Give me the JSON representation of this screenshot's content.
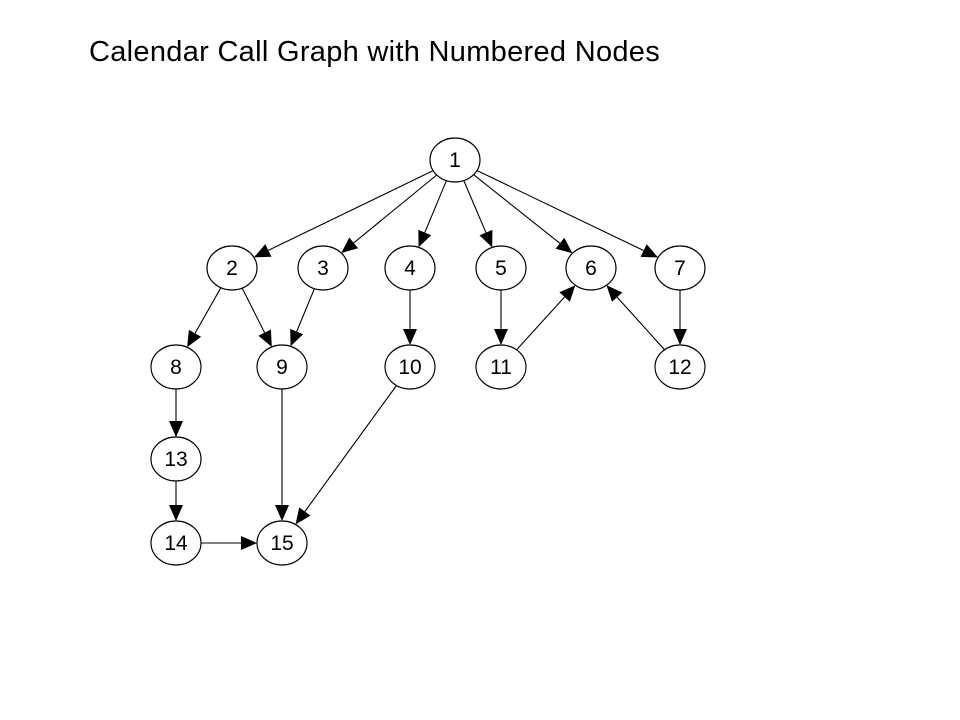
{
  "title": "Calendar Call Graph with Numbered Nodes",
  "nodes": [
    {
      "id": "1",
      "label": "1"
    },
    {
      "id": "2",
      "label": "2"
    },
    {
      "id": "3",
      "label": "3"
    },
    {
      "id": "4",
      "label": "4"
    },
    {
      "id": "5",
      "label": "5"
    },
    {
      "id": "6",
      "label": "6"
    },
    {
      "id": "7",
      "label": "7"
    },
    {
      "id": "8",
      "label": "8"
    },
    {
      "id": "9",
      "label": "9"
    },
    {
      "id": "10",
      "label": "10"
    },
    {
      "id": "11",
      "label": "11"
    },
    {
      "id": "12",
      "label": "12"
    },
    {
      "id": "13",
      "label": "13"
    },
    {
      "id": "14",
      "label": "14"
    },
    {
      "id": "15",
      "label": "15"
    }
  ],
  "edges": [
    {
      "from": "1",
      "to": "2"
    },
    {
      "from": "1",
      "to": "3"
    },
    {
      "from": "1",
      "to": "4"
    },
    {
      "from": "1",
      "to": "5"
    },
    {
      "from": "1",
      "to": "6"
    },
    {
      "from": "1",
      "to": "7"
    },
    {
      "from": "2",
      "to": "8"
    },
    {
      "from": "2",
      "to": "9"
    },
    {
      "from": "3",
      "to": "9"
    },
    {
      "from": "4",
      "to": "10"
    },
    {
      "from": "5",
      "to": "11"
    },
    {
      "from": "11",
      "to": "6"
    },
    {
      "from": "7",
      "to": "12"
    },
    {
      "from": "12",
      "to": "6"
    },
    {
      "from": "8",
      "to": "13"
    },
    {
      "from": "13",
      "to": "14"
    },
    {
      "from": "14",
      "to": "15"
    },
    {
      "from": "9",
      "to": "15"
    },
    {
      "from": "10",
      "to": "15"
    }
  ]
}
